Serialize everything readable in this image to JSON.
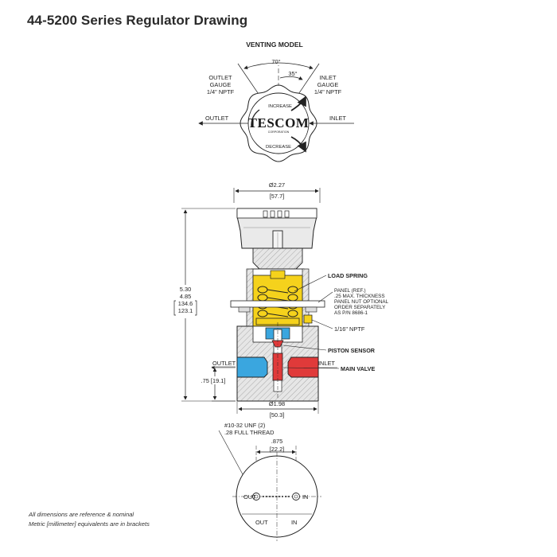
{
  "title": "44-5200 Series Regulator Drawing",
  "top_view": {
    "heading": "VENTING MODEL",
    "angle_outer": "70°",
    "angle_inner": "35°",
    "outlet_gauge": [
      "OUTLET",
      "GAUGE",
      "1/4\" NPTF"
    ],
    "inlet_gauge": [
      "INLET",
      "GAUGE",
      "1/4\" NPTF"
    ],
    "outlet": "OUTLET",
    "inlet": "INLET",
    "increase": "INCREASE",
    "decrease": "DECREASE",
    "logo": "TESCOM",
    "logo_sub": "CORPORATION"
  },
  "side_view": {
    "knob_dia": "Ø2.27",
    "knob_dia_mm": "[57.7]",
    "height_1": "5.30",
    "height_2": "4.85",
    "height_1_mm": "134.6",
    "height_2_mm": "123.1",
    "load_spring": "LOAD SPRING",
    "panel_note": [
      "PANEL (REF.)",
      ".25 MAX. THICKNESS",
      "PANEL NUT OPTIONAL",
      "ORDER SEPARATELY",
      "AS P/N 8686-1"
    ],
    "vent_port": "1/16\" NPTF",
    "piston_sensor": "PISTON SENSOR",
    "outlet": "OUTLET",
    "inlet": "INLET",
    "main_valve": "MAIN VALVE",
    "port_height": ".75 [19.1]",
    "body_dia": "Ø1.98",
    "body_dia_mm": "[50.3]"
  },
  "bottom_view": {
    "thread_1": "#10-32 UNF (2)",
    "thread_2": ".28 FULL THREAD",
    "spacing": ".875",
    "spacing_mm": "[22.2]",
    "out": "OUT",
    "in": "IN"
  },
  "notes": [
    "All dimensions are reference & nominal",
    "Metric [millimeter] equivalents are in brackets"
  ],
  "colors": {
    "spring_yellow": "#f5d21c",
    "outlet_blue": "#3aa6df",
    "inlet_red": "#e03a3a",
    "body_hatch": "#d9d9d9"
  }
}
